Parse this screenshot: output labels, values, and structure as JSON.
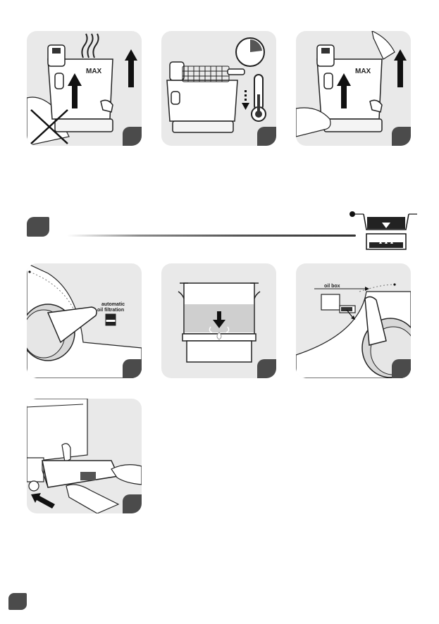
{
  "figures": {
    "fig1": {
      "max_label": "MAX"
    },
    "fig3": {
      "max_label": "MAX"
    },
    "fig4": {
      "label_line1": "automatic",
      "label_line2": "oil filtration"
    },
    "fig6": {
      "label": "oil box"
    }
  },
  "colors": {
    "panel_bg": "#e9e9e9",
    "badge": "#4b4b4b",
    "outline": "#222222",
    "oil": "#cfcfcf"
  },
  "icons": [
    "no-hands-cross-icon",
    "timer-icon",
    "thermometer-icon",
    "steam-icon",
    "up-arrow-icon",
    "down-arrow-icon",
    "filter-drain-icon",
    "pull-arrow-icon"
  ]
}
